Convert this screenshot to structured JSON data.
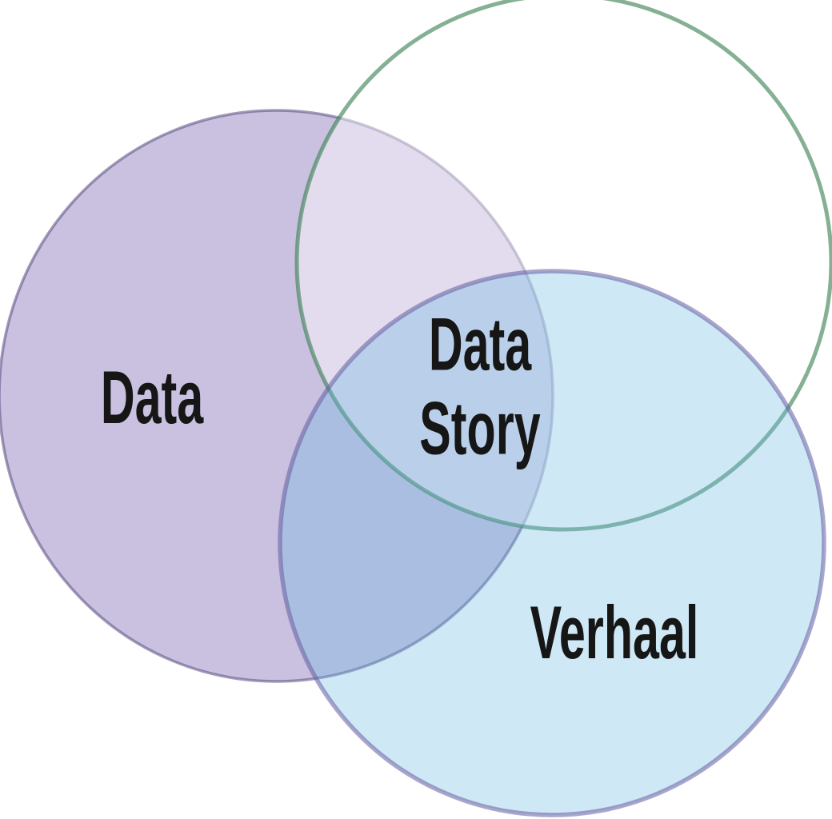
{
  "diagram": {
    "type": "venn-diagram",
    "background_style": "background:#ffffff",
    "text_style": "color:#161616",
    "text_color": "#161616",
    "background": "#ffffff",
    "circles": [
      {
        "name": "data-circle",
        "label": "Data",
        "fill": "rgba(150,129,193,0.50)",
        "stroke": "rgba(85,75,125,0.55)",
        "fill_over_white": "#cbc0e0",
        "stroke_hex": "#a29cb8"
      },
      {
        "name": "top-right-circle",
        "label": "",
        "fill": "rgba(255,255,255,0.45)",
        "stroke": "rgba(58,128,82,0.62)",
        "fill_over_white": "#ffffff",
        "stroke_hex": "#7fac8e"
      },
      {
        "name": "verhaal-circle",
        "label": "Verhaal",
        "fill": "rgba(105,186,227,0.33)",
        "stroke": "rgba(100,92,160,0.55)",
        "fill_over_white": "#cfe9f6",
        "stroke_hex": "#aaa5cb"
      }
    ],
    "labels": {
      "left_circle": "Data",
      "intersection_line1": "Data",
      "intersection_line2": "Story",
      "bottom_right_circle": "Verhaal"
    }
  }
}
